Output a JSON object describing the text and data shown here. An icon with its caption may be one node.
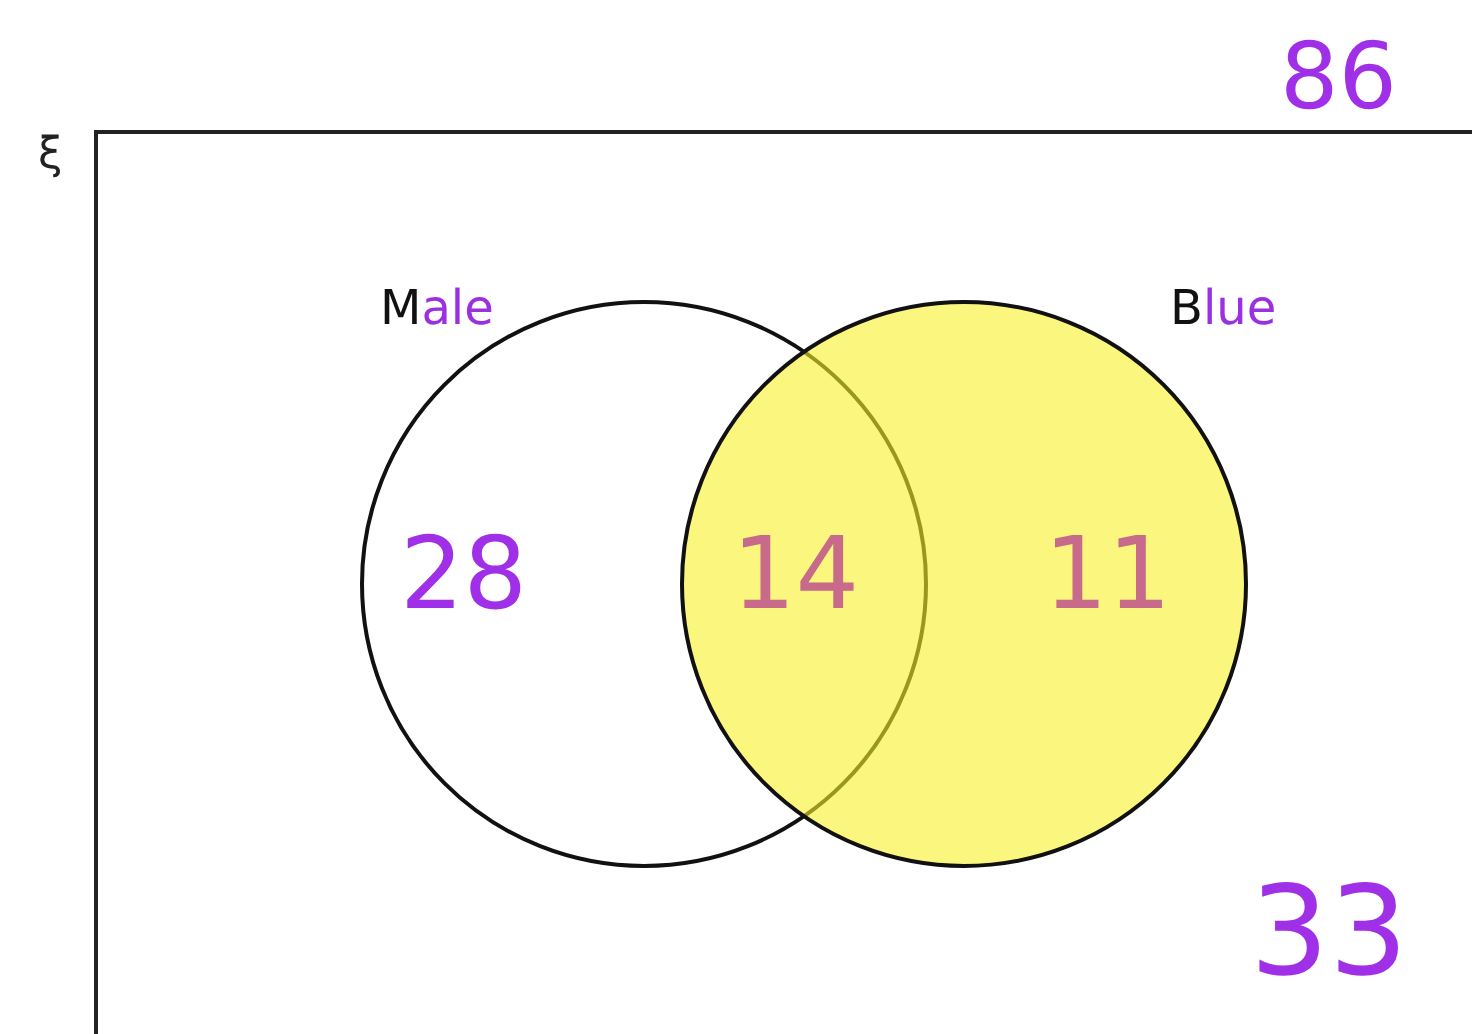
{
  "diagram": {
    "nodes": [
      {
        "text": [
          "ξ"
        ]
      },
      {
        "text": [
          "Male"
        ],
        "in": 0
      },
      {
        "text": [
          "Blue"
        ],
        "in": 0
      }
    ],
    "labels": [
      "86",
      "28",
      "14",
      "11",
      "33"
    ]
  }
}
